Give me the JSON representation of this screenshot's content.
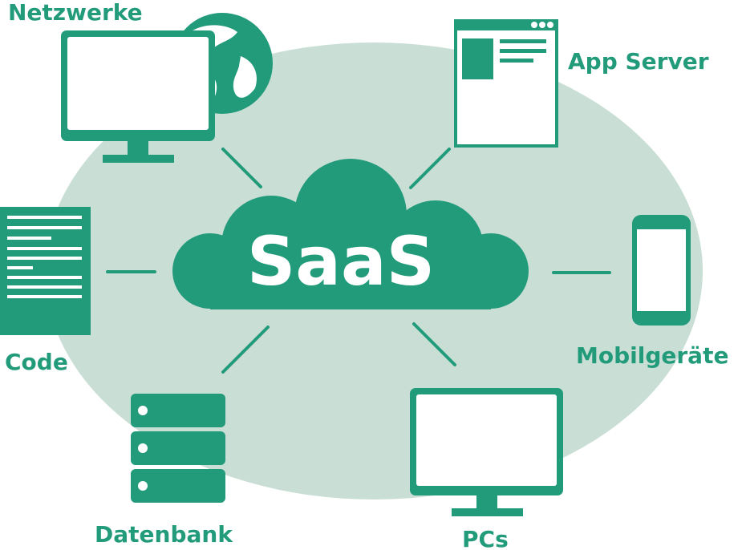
{
  "colors": {
    "primary": "#229b7b",
    "ellipse": "#c9ded5",
    "white": "#ffffff"
  },
  "center": {
    "label": "SaaS"
  },
  "labels": {
    "networks": "Netzwerke",
    "app_server": "App Server",
    "mobile": "Mobilgeräte",
    "pcs": "PCs",
    "database": "Datenbank",
    "code": "Code"
  },
  "icons": {
    "networks": [
      "monitor-icon",
      "globe-icon"
    ],
    "app_server": "browser-window-icon",
    "mobile": "smartphone-icon",
    "pcs": "monitor-icon",
    "database": "server-stack-icon",
    "code": "document-icon"
  }
}
